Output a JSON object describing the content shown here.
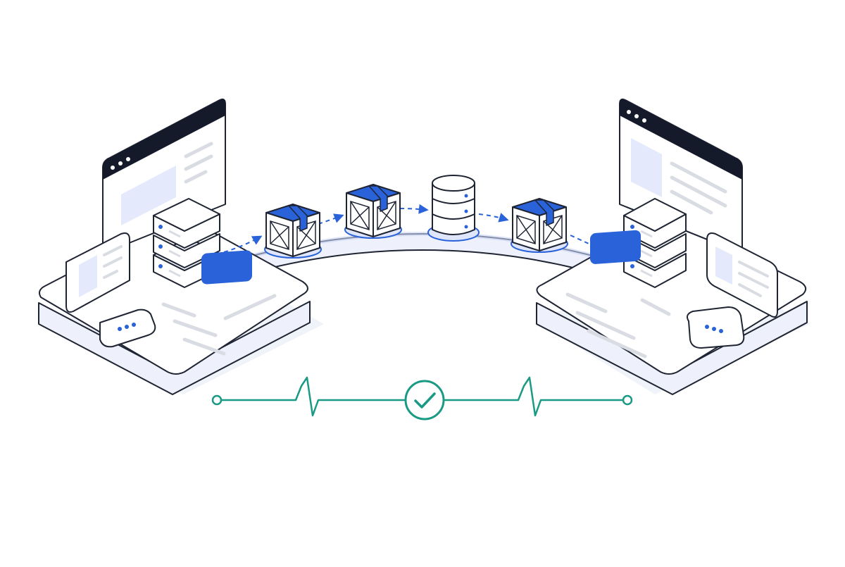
{
  "diagram": {
    "kind": "isometric-migration-illustration",
    "source_environment": {
      "items": [
        "browser-window",
        "server-stack",
        "content-card",
        "menu-chip",
        "primary-button"
      ]
    },
    "target_environment": {
      "items": [
        "browser-window",
        "server-stack",
        "content-card",
        "menu-chip",
        "primary-button"
      ]
    },
    "transfer_flow": {
      "steps": [
        "package",
        "package",
        "database",
        "package"
      ],
      "connector": "dashed-arrows"
    },
    "health_check": {
      "signal": "heartbeat-line",
      "status": "ok",
      "status_icon": "check-circle-icon"
    }
  },
  "colors": {
    "outline": "#1f2433",
    "dark": "#151a2b",
    "accent_blue": "#2962d9",
    "light_blue": "#e4eafb",
    "soft_blue": "#c9d5f5",
    "gray_line": "#d9dce3",
    "platform_side": "#eef1fb",
    "shadow": "#eef1fa",
    "success_teal": "#1a9a85",
    "background": "#ffffff"
  },
  "icons": {
    "window_dots": "three-dots-icon",
    "server_led": "status-led-icon",
    "package": "box-icon",
    "database": "database-icon",
    "check": "check-circle-icon"
  }
}
